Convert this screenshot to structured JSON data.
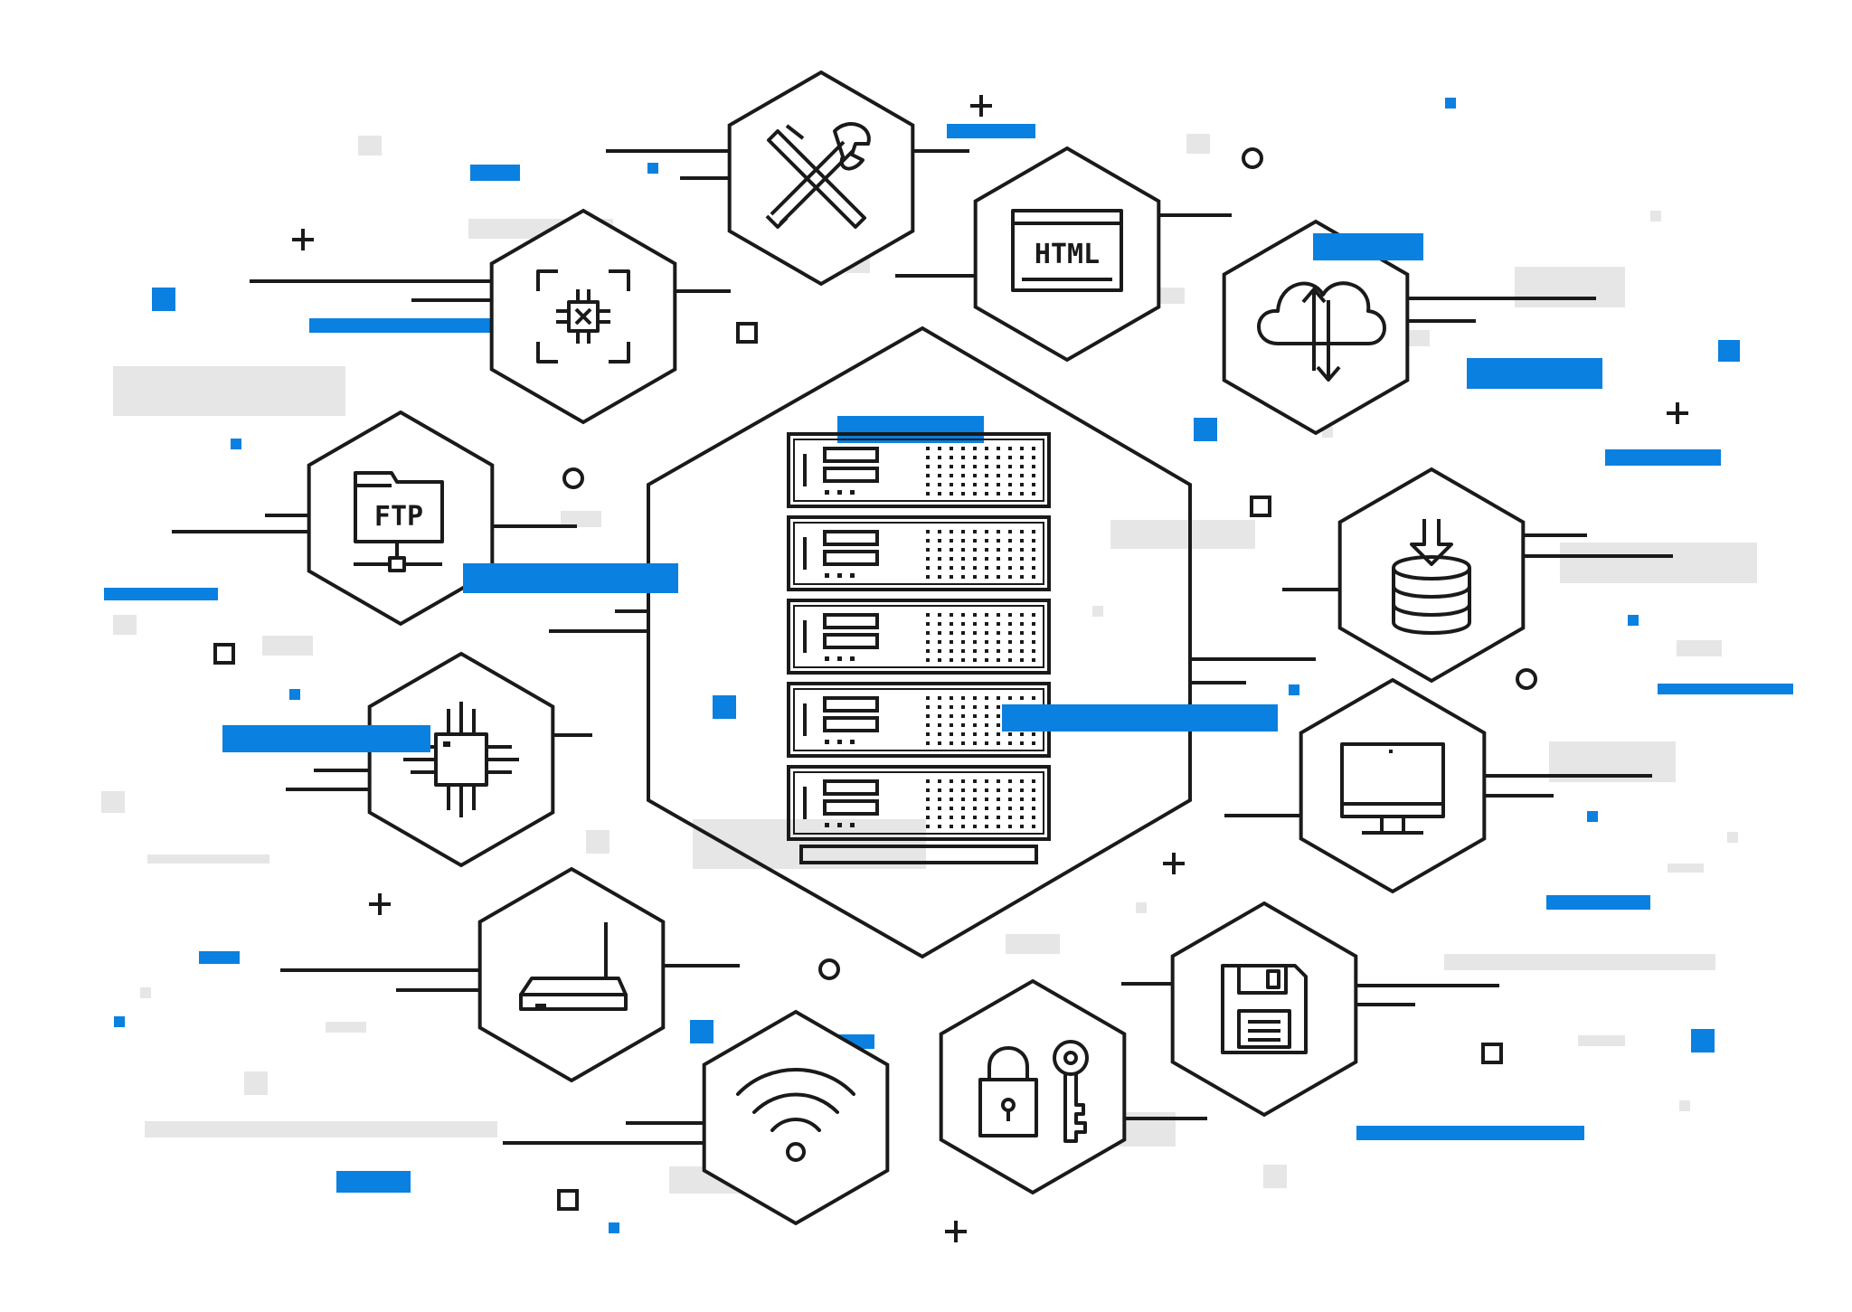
{
  "colors": {
    "line": "#1a1a1a",
    "accent": "#0a80e0",
    "muted": "#e6e6e6",
    "background": "#ffffff"
  },
  "center": {
    "name": "server-rack",
    "icon": "server-rack-icon"
  },
  "nodes": [
    {
      "id": "tools",
      "icon": "wrench-hammer-icon",
      "label": ""
    },
    {
      "id": "html",
      "icon": "html-window-icon",
      "label": "HTML"
    },
    {
      "id": "cloud",
      "icon": "cloud-sync-icon",
      "label": ""
    },
    {
      "id": "chip-scan",
      "icon": "chip-scan-icon",
      "label": ""
    },
    {
      "id": "ftp",
      "icon": "ftp-folder-icon",
      "label": "FTP"
    },
    {
      "id": "database",
      "icon": "database-download-icon",
      "label": ""
    },
    {
      "id": "cpu",
      "icon": "cpu-icon",
      "label": ""
    },
    {
      "id": "monitor",
      "icon": "monitor-icon",
      "label": ""
    },
    {
      "id": "router",
      "icon": "router-icon",
      "label": ""
    },
    {
      "id": "wifi",
      "icon": "wifi-icon",
      "label": ""
    },
    {
      "id": "security",
      "icon": "lock-key-icon",
      "label": ""
    },
    {
      "id": "floppy",
      "icon": "floppy-disk-icon",
      "label": ""
    }
  ]
}
